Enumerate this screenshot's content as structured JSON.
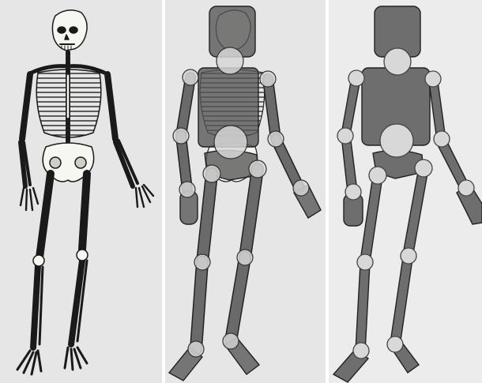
{
  "panels": [
    {
      "id": "anatomical-skeleton",
      "kind": "illustration",
      "background": "#e6e6e6"
    },
    {
      "id": "skeleton-with-overlay",
      "kind": "overlay",
      "background": "#e6e6e6"
    },
    {
      "id": "stick-figure-model",
      "kind": "schematic",
      "background": "#ececec"
    }
  ],
  "colors": {
    "segment_fill": "#6e6e6e",
    "segment_stroke": "#222222",
    "joint_fill": "#d8d8d8",
    "joint_stroke": "#444444",
    "bone": "#f7f7f2",
    "bone_outline": "#1a1a1a"
  },
  "model": {
    "segments": [
      "head",
      "torso",
      "pelvis",
      "left-upper-arm",
      "left-forearm",
      "left-hand",
      "right-upper-arm",
      "right-forearm",
      "right-hand",
      "left-thigh",
      "left-shin",
      "left-foot",
      "right-thigh",
      "right-shin",
      "right-foot"
    ],
    "joints": [
      "neck",
      "waist",
      "left-shoulder",
      "left-elbow",
      "left-wrist",
      "right-shoulder",
      "right-elbow",
      "right-wrist",
      "left-hip",
      "left-knee",
      "left-ankle",
      "right-hip",
      "right-knee",
      "right-ankle"
    ]
  }
}
